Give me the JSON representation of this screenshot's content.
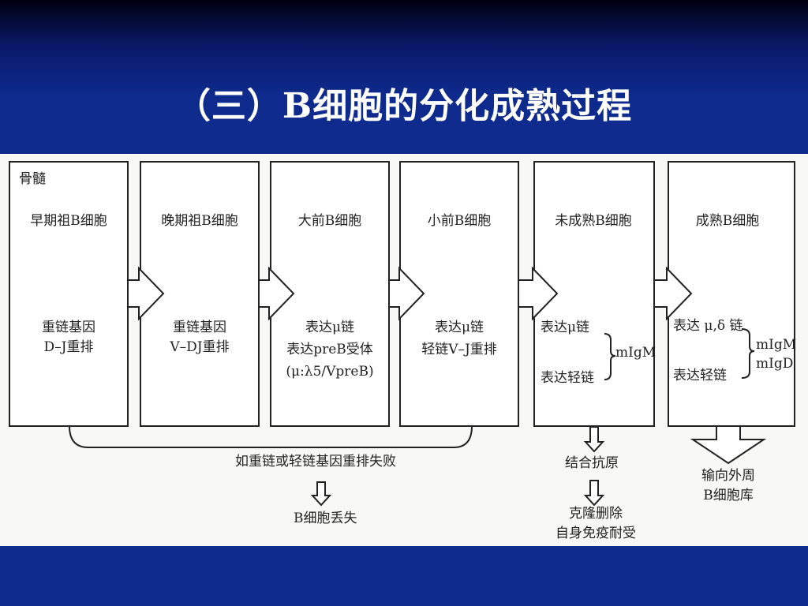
{
  "title": "（三）B细胞的分化成熟过程",
  "bone_marrow_label": "骨髓",
  "stages": [
    {
      "title": "早期祖B细胞",
      "lines": [
        "重链基因",
        "D–J重排"
      ]
    },
    {
      "title": "晚期祖B细胞",
      "lines": [
        "重链基因",
        "V–DJ重排"
      ]
    },
    {
      "title": "大前B细胞",
      "lines": [
        "表达μ链",
        "表达preB受体",
        "(μ:λ5/VpreB)"
      ]
    },
    {
      "title": "小前B细胞",
      "lines": [
        "表达μ链",
        "轻链V–J重排"
      ]
    },
    {
      "title": "未成熟B细胞",
      "lines": [
        "表达μ链",
        "表达轻链"
      ],
      "side": [
        "mIgM"
      ]
    },
    {
      "title": "成熟B细胞",
      "lines": [
        "表达 μ,δ 链",
        "表达轻链"
      ],
      "side": [
        "mIgM",
        "mIgD"
      ]
    }
  ],
  "failure_text": "如重链或轻链基因重排失败",
  "loss_text": "B细胞丢失",
  "antigen_text": "结合抗原",
  "deletion_text": [
    "克隆删除",
    "自身免疫耐受"
  ],
  "periphery_text": [
    "输向外周",
    "B细胞库"
  ]
}
